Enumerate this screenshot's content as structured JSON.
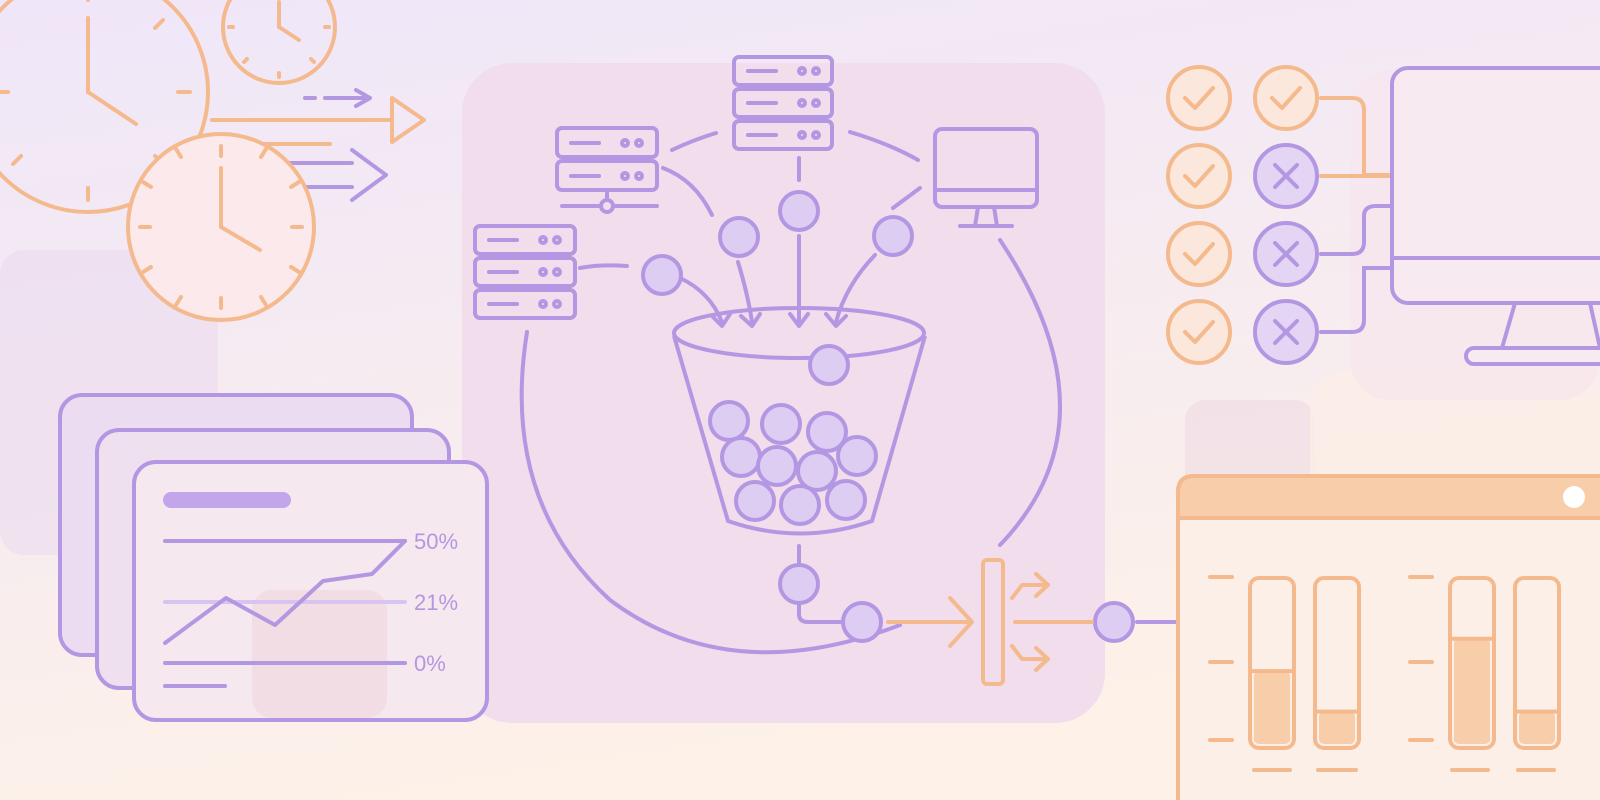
{
  "colors": {
    "background_top": "#efe6f9",
    "background_bottom": "#fdf1e8",
    "purple": "#b497e2",
    "purple_fill": "#ddcdf3",
    "orange": "#f5b98e",
    "orange_fill": "#f8cda9",
    "panel": "#f1ddec"
  },
  "labels": {
    "pct_high": "50%",
    "pct_mid": "21%",
    "pct_low": "0%"
  },
  "icons": [
    "clock-icon",
    "arrow-icon",
    "server-icon",
    "monitor-icon",
    "funnel-icon",
    "data-dot-icon",
    "check-icon",
    "cross-icon",
    "browser-window-icon",
    "card-stack-icon",
    "line-chart-icon",
    "bar-gauge-icon",
    "switch-icon"
  ],
  "checklist": {
    "left_column": [
      "check",
      "check",
      "check",
      "check"
    ],
    "right_column": [
      "check",
      "cross",
      "cross",
      "cross"
    ]
  },
  "bar_levels": [
    0.45,
    0.2,
    0.65,
    0.2
  ]
}
